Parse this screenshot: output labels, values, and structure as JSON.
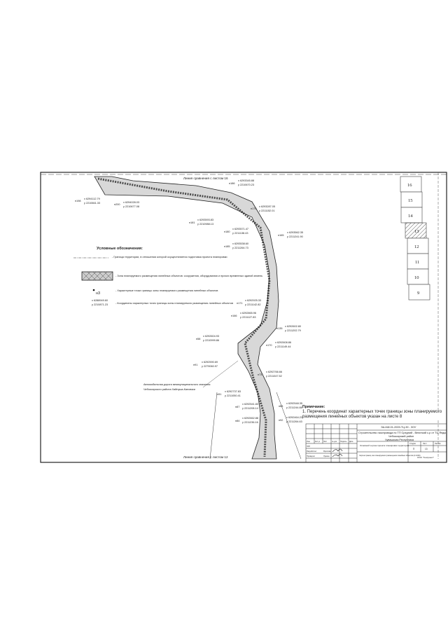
{
  "match_lines": {
    "top": "Линия сравнения с листом 16",
    "bottom": "Линия сравнения с листом 12"
  },
  "points": [
    {
      "id": "н186",
      "x": "x 6293345.88",
      "y": "y 2210670.23"
    },
    {
      "id": "н198",
      "x": "x 6294112.79",
      "y": "y 2210661.33"
    },
    {
      "id": "н200",
      "x": "x 6294028.03",
      "y": "y 2210677.08"
    },
    {
      "id": "н175",
      "x": "x 6293287.05",
      "y": "y 2211152.01"
    },
    {
      "id": "н181",
      "x": "x 6293593.83",
      "y": "y 2210988.13"
    },
    {
      "id": "н180",
      "x": "x 6293571.47",
      "y": "y 2211138.43"
    },
    {
      "id": "н165",
      "x": "x 6293562.35",
      "y": "y 2211241.90"
    },
    {
      "id": "н185",
      "x": "x 6293538.60",
      "y": "y 2211264.73"
    },
    {
      "id": "н171",
      "x": "x 6292925.33",
      "y": "y 2211142.82"
    },
    {
      "id": "н166",
      "x": "x 6292865.96",
      "y": "y 2211127.83"
    },
    {
      "id": "н135",
      "x": "x 6292602.80",
      "y": "y 2211202.79"
    },
    {
      "id": "н170",
      "x": "x 6292608.86",
      "y": "y 2211149.44"
    },
    {
      "id": "н58",
      "x": "x 6292604.93",
      "y": "y 2210999.86"
    },
    {
      "id": "н91",
      "x": "x 6292590.69",
      "y": "y 2279060.97"
    },
    {
      "id": "н73",
      "x": "x 6292766.66",
      "y": "y 2211047.52"
    },
    {
      "id": "н51",
      "x": "x 6292737.83",
      "y": "y 2211050.41"
    },
    {
      "id": "н83",
      "x": "x 6292548.35",
      "y": "y 2211244.88"
    },
    {
      "id": "н87",
      "x": "x 6292541.83",
      "y": "y 2211208.14"
    },
    {
      "id": "н84",
      "x": "x 6292662.88",
      "y": "y 2211236.16"
    },
    {
      "id": "н92",
      "x": "x 6292464.23",
      "y": "y 2211264.63"
    }
  ],
  "road_label": {
    "line1": "Автомобильная дорога межмуниципального значения",
    "line2": "Чебоксарского района Хайнуша-Кановзки"
  },
  "legend": {
    "title": "Условные обозначения:",
    "items": [
      "- Граница территории, в отношении которой осуществляется подготовка проекта планировки",
      "- Зона планируемого размещения линейных объектов: сооружения, оборудования и прочих временных зданий земель",
      "- Характерные точки границы зоны планируемого размещения линейных объектов",
      "- Координаты характерных точек границы зоны планируемого размещения линейных объектов"
    ],
    "sample_point": "н3",
    "sample_x": "x 6288949.60",
    "sample_y": "y 2210871.23"
  },
  "note": {
    "title": "Примечание:",
    "text": "1. Перечень координат характерных точек границы зоны планируемого размещения линейных объектов указан на листе 8"
  },
  "sheet_index": [
    "16",
    "15",
    "14",
    "13",
    "12",
    "11",
    "10",
    "9"
  ],
  "current_sheet": "13",
  "title_block": {
    "code": "ЭА-МИ-01-2009-ТЦ-39 - ЗОУ",
    "project": "Строительство газопровода по ТП Средний - Велиткий с-р от ТЦ Янды",
    "region": "Чебоксарский район",
    "district": "Чувашская Республика",
    "headers": [
      "Изм.",
      "Кол.уч",
      "Лист",
      "№ док.",
      "Подпись",
      "Дата"
    ],
    "roles": [
      "ГИП",
      "Разработал",
      "Проверил"
    ],
    "names": [
      "",
      "Фролова",
      "Лукина"
    ],
    "drawing": "Основной чертеж проекта планировки территории",
    "drawing2": "Чертеж границ зон планируемого размещения линейных объектов (1:1000)",
    "stage_h": "Стадия",
    "sheet_h": "Лист",
    "sheets_h": "Листов",
    "stage": "П",
    "sheet": "13",
    "org": "ООО \"Геопроект\""
  }
}
